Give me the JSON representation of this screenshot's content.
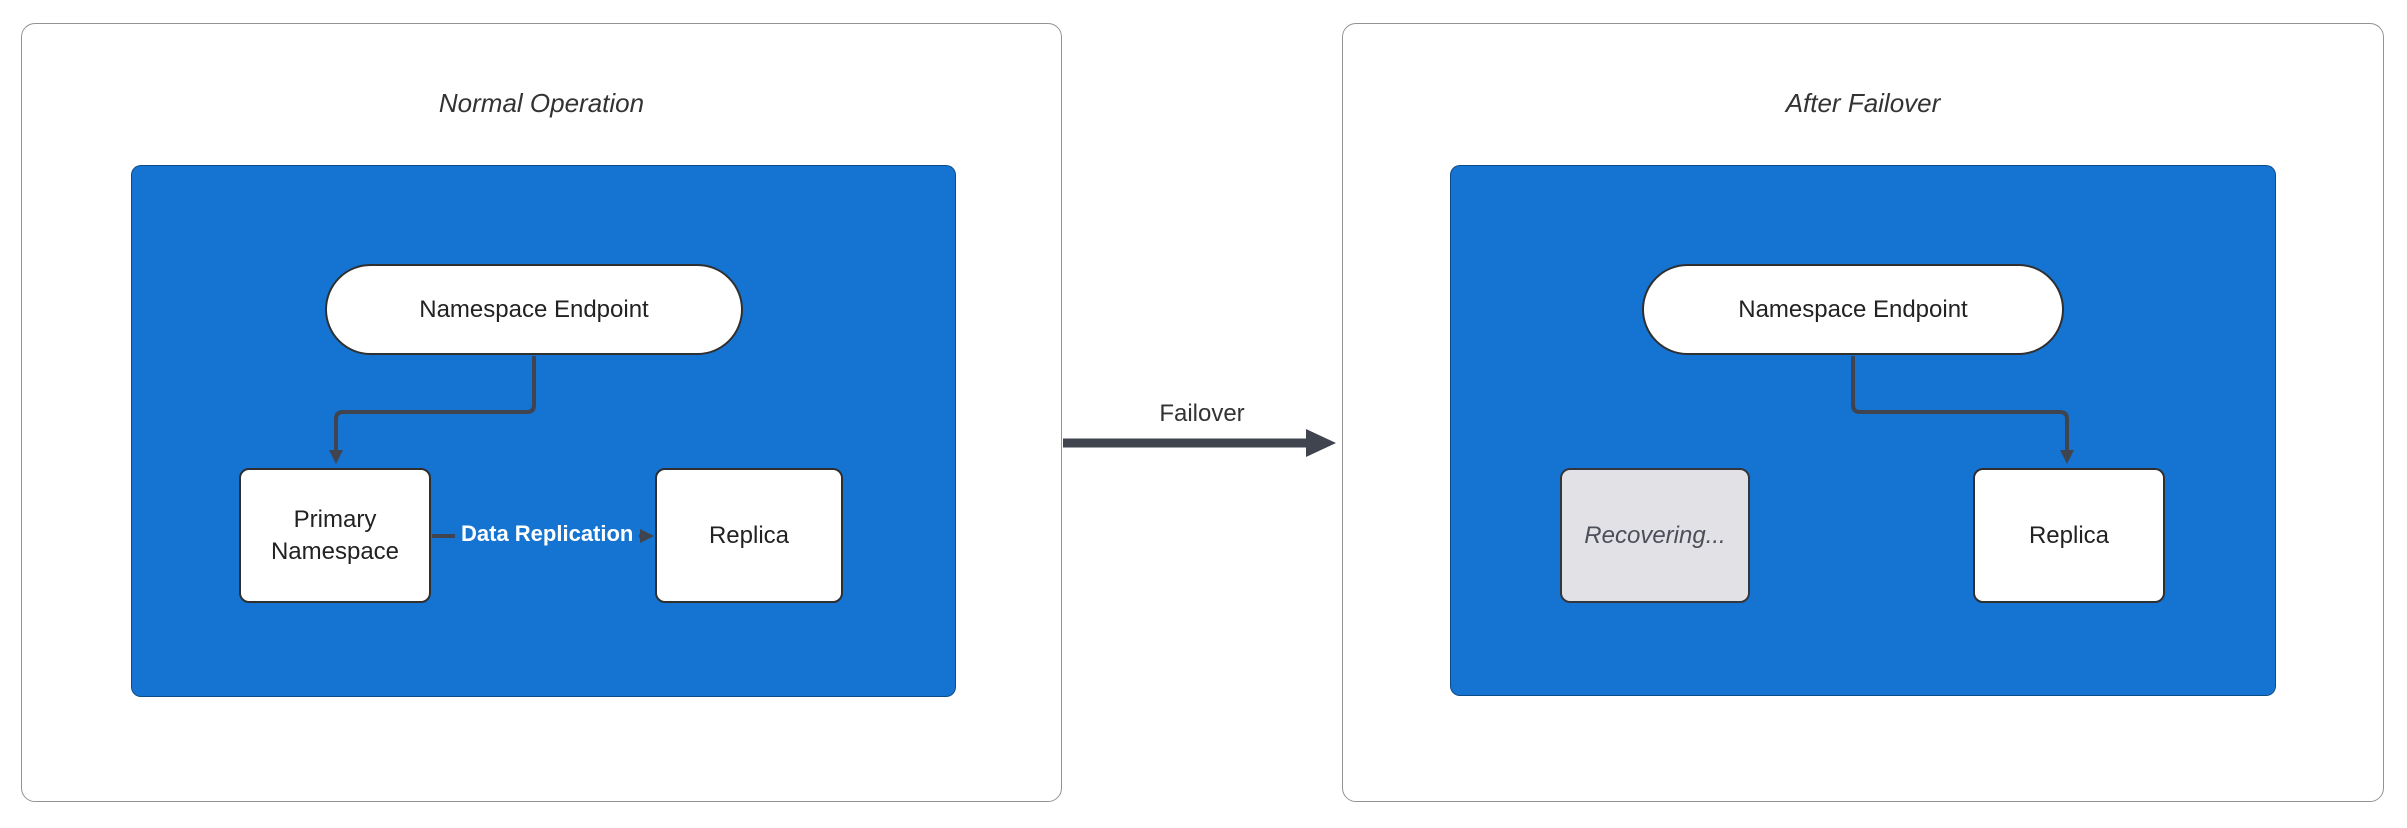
{
  "panels": [
    {
      "title": "Normal Operation",
      "nodes": {
        "endpoint": {
          "label": "Namespace Endpoint",
          "shape": "stadium"
        },
        "primary": {
          "label": "Primary Namespace",
          "shape": "rect"
        },
        "replica": {
          "label": "Replica",
          "shape": "rect"
        }
      },
      "edge_labels": {
        "replication": "Data Replication"
      }
    },
    {
      "title": "After Failover",
      "nodes": {
        "endpoint": {
          "label": "Namespace Endpoint",
          "shape": "stadium"
        },
        "recovering": {
          "label": "Recovering...",
          "shape": "rect",
          "state": "disabled"
        },
        "replica": {
          "label": "Replica",
          "shape": "rect"
        }
      }
    }
  ],
  "transition": {
    "label": "Failover"
  },
  "colors": {
    "container_fill": "#1574d2",
    "node_fill": "#ffffff",
    "node_border": "#2f2f2f",
    "node_text": "#222222",
    "disabled_fill": "#e2e2e6",
    "disabled_border": "#33363d",
    "disabled_text": "#4a4f59",
    "edge": "#3f444e",
    "edge_label_text": "#ffffff",
    "panel_border": "#939393",
    "panel_fill": "#ffffff",
    "title_text": "#333333",
    "page_bg": "#ffffff"
  }
}
